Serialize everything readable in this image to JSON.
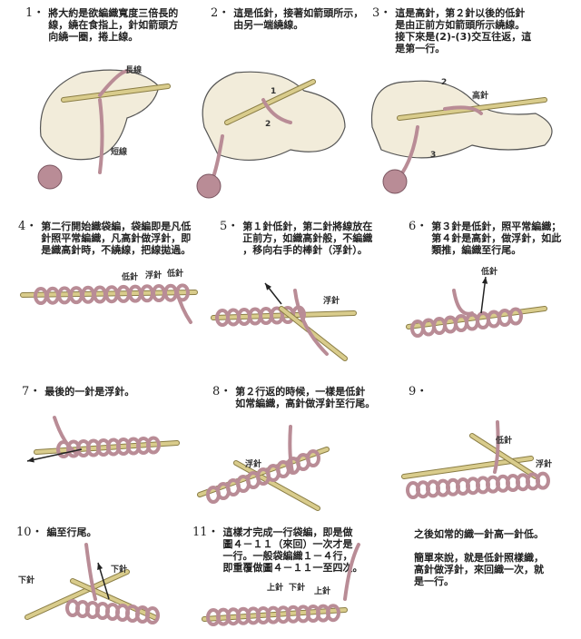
{
  "steps": [
    {
      "num": "1・",
      "text": "將大約是欲編織寬度三倍長的\n線，繞在食指上，針如箭頭方\n向繞一圈，捲上線。"
    },
    {
      "num": "2・",
      "text": "這是低針，接著如箭頭所示，\n由另一端繞線。"
    },
    {
      "num": "3・",
      "text": "這是高針，第２針以後的低針\n是由正前方如箭頭所示繞線。\n接下來是(2)-(3)交互往返，這\n是第一行。"
    },
    {
      "num": "4・",
      "text": "第二行開始織袋編，袋編即是凡低\n針照平常編織，凡高針做浮針，即\n是織高針時，不繞線，把線拋過。"
    },
    {
      "num": "5・",
      "text": "第１針低針，第二針將線放在\n正前方，如織高針般，不編織\n，移向右手的棒針（浮針）。"
    },
    {
      "num": "6・",
      "text": "第３針是低針，照平常編織；\n第４針是高針，做浮針，如此\n類推，編織至行尾。"
    },
    {
      "num": "7・",
      "text": "最後的一針是浮針。"
    },
    {
      "num": "8・",
      "text": "第２行返的時候，一樣是低針\n如常編織，高針做浮針至行尾。"
    },
    {
      "num": "9・",
      "text": ""
    },
    {
      "num": "10・",
      "text": "編至行尾。"
    },
    {
      "num": "11・",
      "text": "這樣才完成一行袋編，即是做\n圖４－１１（來回）一次才是\n一行。一般袋編織１－４行，\n即重覆做圖４－１１一至四次。"
    },
    {
      "num": "",
      "text": "之後如常的織一針高一針低。\n\n簡單來說，就是低針照樣織，\n高針做浮針，來回織一次，就\n是一行。"
    }
  ],
  "labels": {
    "long_yarn": "長線",
    "short_yarn": "短線",
    "n1": "1",
    "n2": "2",
    "n3": "3",
    "high_stitch": "高針",
    "low_stitch": "低針",
    "slip_stitch": "浮針",
    "knit_stitch": "下針",
    "purl_stitch": "上針"
  },
  "colors": {
    "yarn": "#b98c96",
    "needle": "#d9cc8c",
    "hand": "#f2ecda",
    "outline": "#555555"
  }
}
